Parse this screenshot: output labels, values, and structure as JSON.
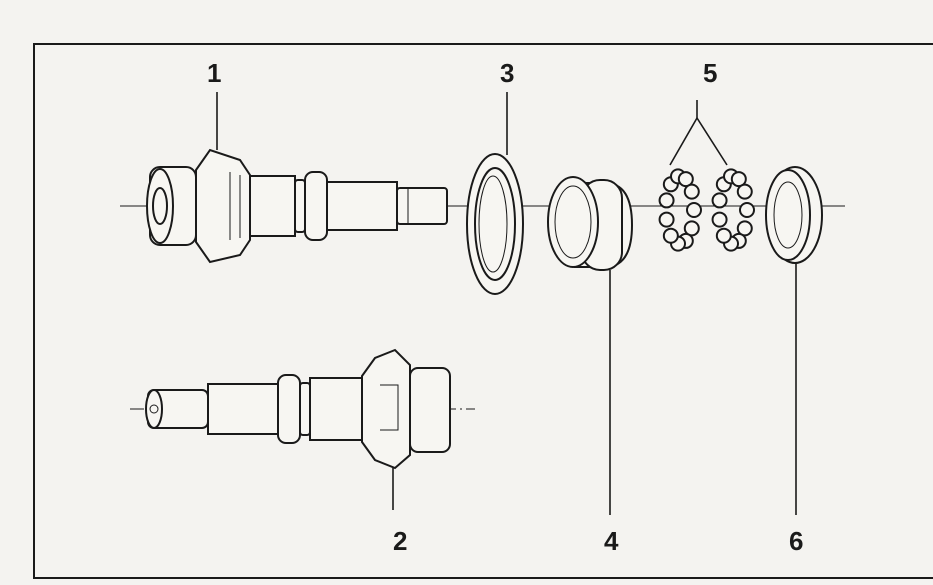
{
  "diagram": {
    "type": "exploded-parts-view",
    "callouts": [
      {
        "id": "1",
        "label": "1"
      },
      {
        "id": "2",
        "label": "2"
      },
      {
        "id": "3",
        "label": "3"
      },
      {
        "id": "4",
        "label": "4"
      },
      {
        "id": "5",
        "label": "5"
      },
      {
        "id": "6",
        "label": "6"
      }
    ],
    "colors": {
      "ink": "#1a1a1a",
      "paper": "#f4f3f0"
    }
  }
}
